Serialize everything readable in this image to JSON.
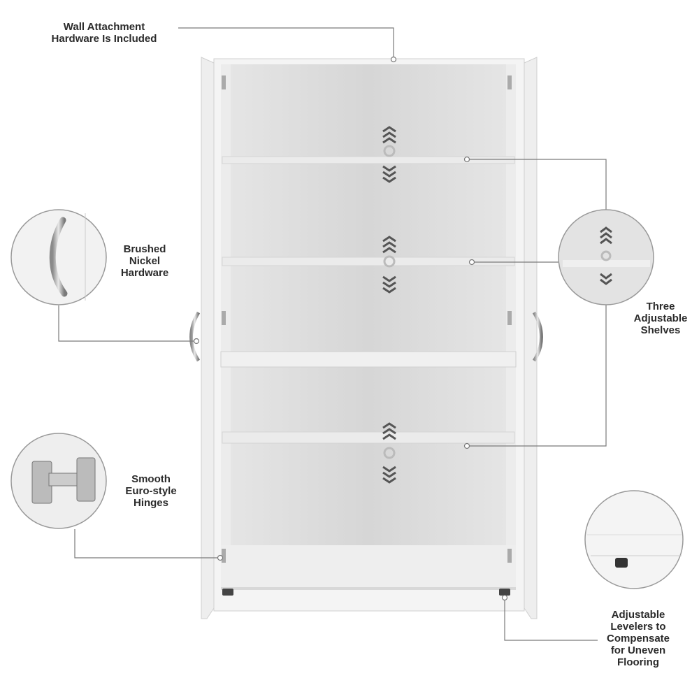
{
  "callouts": {
    "wall": "Wall Attachment\nHardware Is Included",
    "hardware": "Brushed\nNickel\nHardware",
    "hinges": "Smooth\nEuro-style\nHinges",
    "shelves": "Three\nAdjustable\nShelves",
    "levelers": "Adjustable\nLevelers to\nCompensate\nfor Uneven\nFlooring"
  },
  "colors": {
    "line": "#7a7a7a",
    "cabinet": "#f2f2f2",
    "interior": "#dcdcdc",
    "text": "#2b2b2b"
  }
}
